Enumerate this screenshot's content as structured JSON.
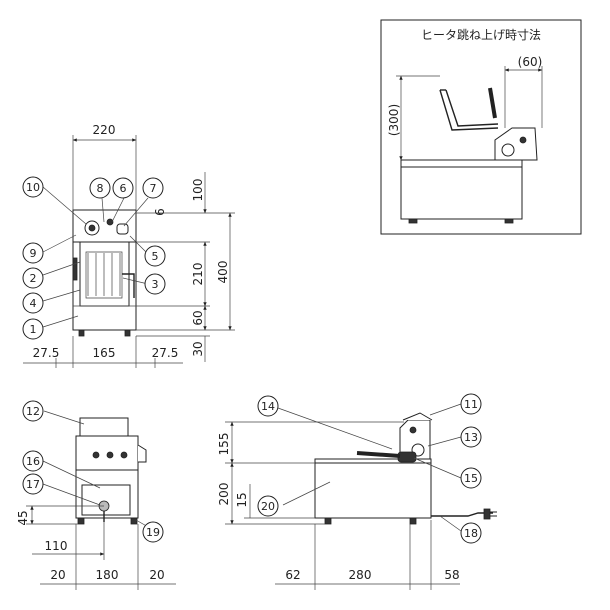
{
  "inset": {
    "title": "ヒータ跳ね上げ時寸法",
    "dim_height": "(300)",
    "dim_width": "(60)"
  },
  "front": {
    "dim_width": "220",
    "dim_top": "100",
    "dim_6": "6",
    "dim_210": "210",
    "dim_total": "400",
    "dim_60": "60",
    "dim_30": "30",
    "dim_left": "27.5",
    "dim_mid": "165",
    "dim_right": "27.5"
  },
  "side": {
    "dim_45": "45",
    "dim_110": "110",
    "dim_left": "20",
    "dim_mid": "180",
    "dim_right": "20"
  },
  "rear": {
    "dim_155": "155",
    "dim_200": "200",
    "dim_15": "15",
    "dim_left": "62",
    "dim_mid": "280",
    "dim_right": "58"
  },
  "callouts": {
    "c1": "1",
    "c2": "2",
    "c3": "3",
    "c4": "4",
    "c5": "5",
    "c6": "6",
    "c7": "7",
    "c8": "8",
    "c9": "9",
    "c10": "10",
    "c11": "11",
    "c12": "12",
    "c13": "13",
    "c14": "14",
    "c15": "15",
    "c16": "16",
    "c17": "17",
    "c18": "18",
    "c19": "19",
    "c20": "20"
  }
}
